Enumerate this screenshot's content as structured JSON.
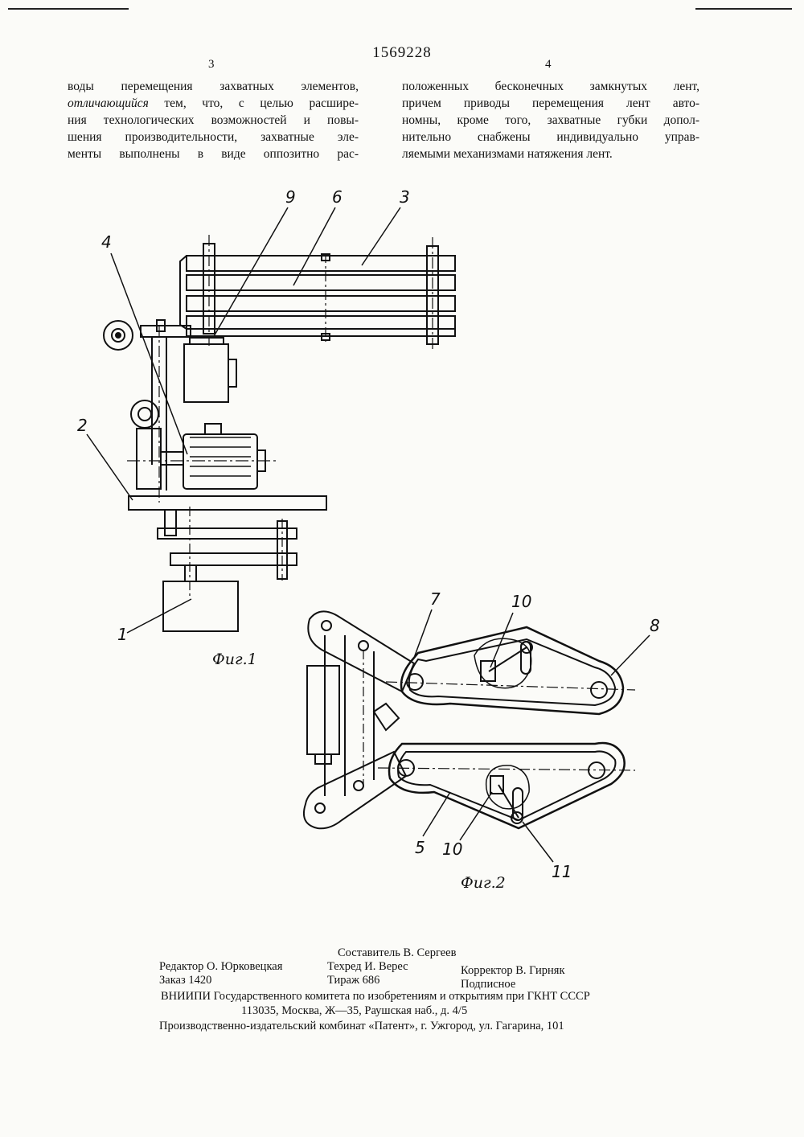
{
  "document": {
    "patent_number": "1569228",
    "left_column_number": "3",
    "right_column_number": "4"
  },
  "left_column": {
    "lines": [
      "воды перемещения захватных элементов,",
      "тем, что, с целью расшире-",
      "ния технологических возможностей и повы-",
      "шения производительности, захватные эле-",
      "менты выполнены в виде оппозитно рас-"
    ],
    "italic_term": "отличающийся"
  },
  "right_column": {
    "lines": [
      "положенных бесконечных замкнутых лент,",
      "причем приводы перемещения лент авто-",
      "номны, кроме того, захватные губки допол-",
      "нительно снабжены индивидуально управ-",
      "ляемыми механизмами натяжения лент."
    ]
  },
  "figure1": {
    "caption": "Фиг.1",
    "labels": [
      "9",
      "6",
      "3",
      "4",
      "2",
      "1"
    ]
  },
  "figure2": {
    "caption": "Фиг.2",
    "labels": [
      "7",
      "10",
      "8",
      "5",
      "10",
      "11"
    ]
  },
  "footer": {
    "editor": "Редактор О. Юрковецкая",
    "order": "Заказ 1420",
    "compiler": "Составитель В. Сергеев",
    "techred": "Техред И. Верес",
    "print_run": "Тираж 686",
    "corrector": "Корректор В. Гирняк",
    "subscription": "Подписное",
    "vniipi": "ВНИИПИ Государственного комитета по изобретениям и открытиям при ГКНТ СССР",
    "address": "113035, Москва, Ж—35, Раушская наб., д. 4/5",
    "publisher": "Производственно-издательский комбинат «Патент», г. Ужгород, ул. Гагарина, 101"
  }
}
